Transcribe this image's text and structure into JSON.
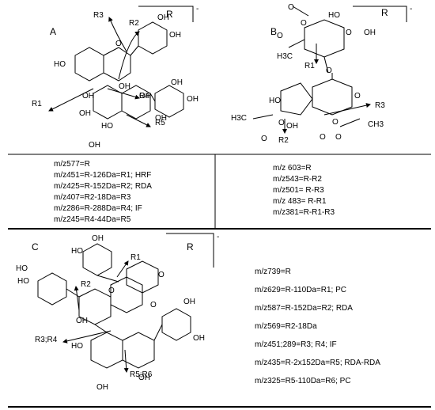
{
  "panel_a": {
    "letter": "A",
    "ion_symbol": "R",
    "charge": "-",
    "labels": [
      "R3",
      "R2",
      "R1",
      "R4",
      "R5"
    ],
    "oh_labels": [
      "OH",
      "OH",
      "HO",
      "O",
      "OH",
      "OH",
      "OH",
      "OH",
      "OH",
      "HO",
      "OH",
      "OH",
      "OH"
    ],
    "fragments": [
      "m/z577=R",
      "m/z451=R-126Da=R1; HRF",
      "m/z425=R-152Da=R2; RDA",
      "m/z407=R2-18Da=R3",
      "m/z286=R-288Da=R4; IF",
      "m/z245=R4-44Da=R5"
    ]
  },
  "panel_b": {
    "letter": "B",
    "ion_symbol": "R",
    "charge": "-",
    "labels": [
      "R1",
      "R2",
      "R3"
    ],
    "group_labels": [
      "O",
      "O",
      "HO",
      "O",
      "OH",
      "O",
      "O",
      "H3C",
      "O",
      "O",
      "HO",
      "O",
      "O",
      "H3C",
      "O",
      "O",
      "OH",
      "CH3"
    ],
    "fragments": [
      "m/z 603=R",
      "m/z543=R-R2",
      "m/z501= R-R3",
      "m/z 483= R-R1",
      "m/z381=R-R1-R3"
    ]
  },
  "panel_c": {
    "letter": "C",
    "ion_symbol": "R",
    "charge": "-",
    "labels": [
      "R1",
      "R2",
      "R3;R4",
      "R5;R6"
    ],
    "oh_labels": [
      "HO",
      "OH",
      "HO",
      "HO",
      "O",
      "O",
      "O",
      "OH",
      "OH",
      "HO",
      "OH",
      "OH",
      "OH"
    ],
    "fragments": [
      "m/z739=R",
      "m/z629=R-110Da=R1; PC",
      "m/z587=R-152Da=R2; RDA",
      "m/z569=R2-18Da",
      "m/z451;289=R3; R4; IF",
      "m/z435=R-2x152Da=R5; RDA-RDA",
      "m/z325=R5-110Da=R6; PC"
    ]
  }
}
